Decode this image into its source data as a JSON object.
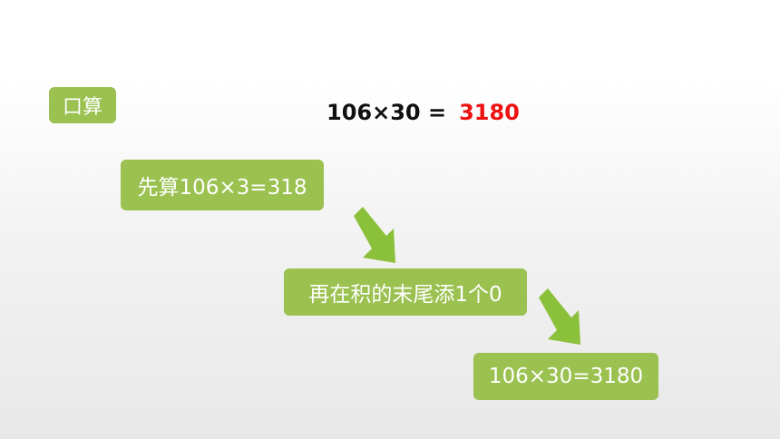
{
  "tag": {
    "label": "口算"
  },
  "equation": {
    "expression": "106×30 =",
    "answer": "3180"
  },
  "steps": [
    {
      "label": "先算106×3=318"
    },
    {
      "label": "再在积的末尾添1个0"
    },
    {
      "label": "106×30=3180"
    }
  ],
  "colors": {
    "box_green": "#9bc150",
    "arrow_green": "#8bc03a",
    "answer_red": "#ee1111",
    "text_dark": "#111111"
  },
  "icons": {
    "arrows": [
      "arrow-down-right-icon",
      "arrow-down-right-icon"
    ]
  }
}
